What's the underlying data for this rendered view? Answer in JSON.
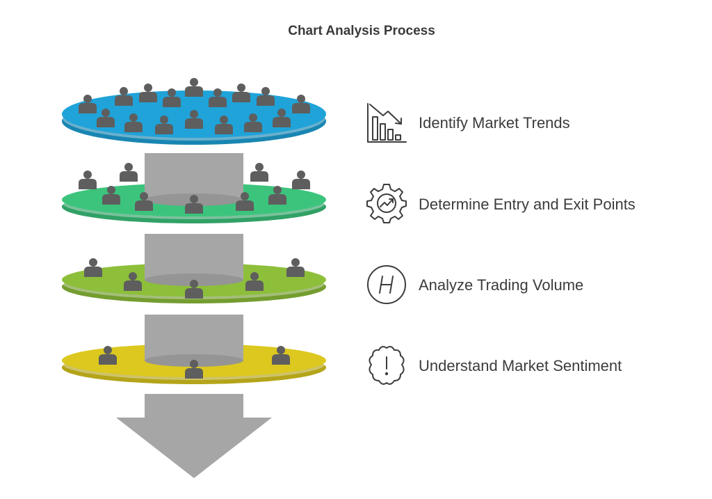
{
  "title": "Chart Analysis Process",
  "colors": {
    "layer1": "#1fa3d9",
    "layer2": "#3cc47c",
    "layer3": "#8dbf3a",
    "layer4": "#dcc81e",
    "column": "#a6a6a6",
    "arrow": "#a6a6a6",
    "person": "#5e5e5e",
    "icon_stroke": "#3c3c3c"
  },
  "steps": [
    {
      "label": "Identify Market Trends",
      "icon": "bar-chart-down-icon"
    },
    {
      "label": "Determine Entry and Exit Points",
      "icon": "gear-chart-icon"
    },
    {
      "label": "Analyze Trading Volume",
      "icon": "h-circle-icon"
    },
    {
      "label": "Understand Market Sentiment",
      "icon": "exclamation-badge-icon"
    }
  ]
}
